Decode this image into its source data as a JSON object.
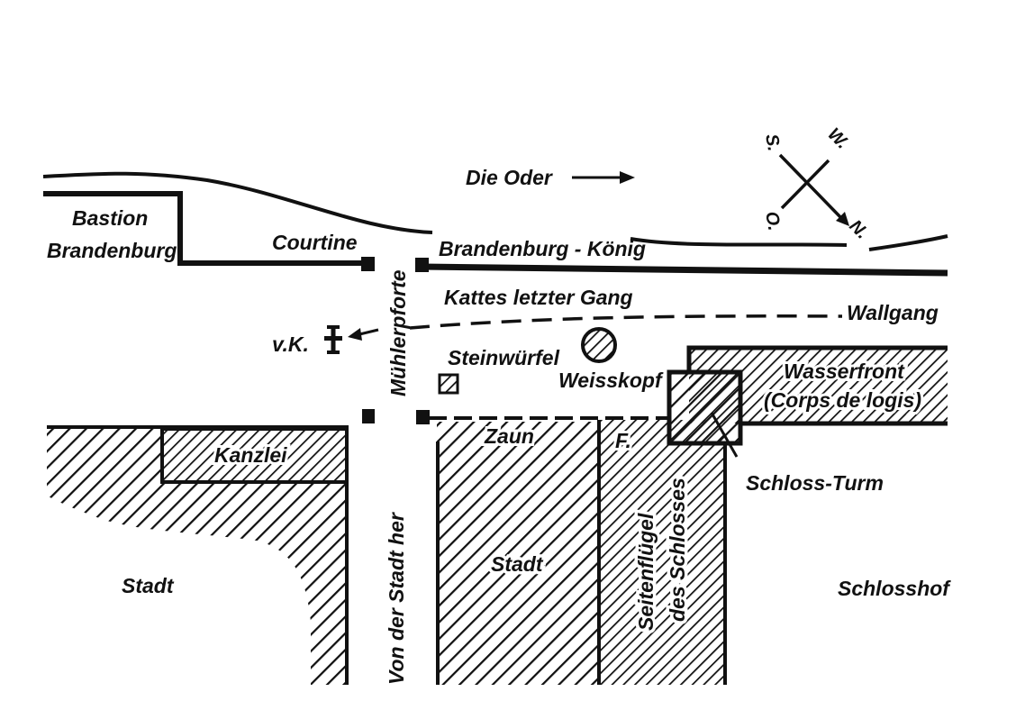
{
  "colors": {
    "ink": "#111111",
    "paper": "#ffffff"
  },
  "river": {
    "name": "Die Oder",
    "flow_arrow_icon": "arrow-right-icon"
  },
  "compass": {
    "south": "S.",
    "west": "W.",
    "east": "O.",
    "north": "N."
  },
  "labels": {
    "bastion_line1": "Bastion",
    "bastion_line2": "Brandenburg",
    "courtine": "Courtine",
    "brandenburg_koenig": "Brandenburg - König",
    "kattes_letzter_gang": "Kattes letzter Gang",
    "wallgang": "Wallgang",
    "muehlerpforte": "Mühlerpforte",
    "vk": "v.K.",
    "steinwuerfel": "Steinwürfel",
    "weisskopf": "Weisskopf",
    "wasserfront_line1": "Wasserfront",
    "wasserfront_line2": "(Corps de logis)",
    "zaun": "Zaun",
    "f": "F.",
    "schloss_turm": "Schloss-Turm",
    "kanzlei": "Kanzlei",
    "stadt_left": "Stadt",
    "stadt_center": "Stadt",
    "schlosshof": "Schlosshof",
    "von_der_stadt_her": "Von der Stadt her",
    "seitenfluegel_line1": "Seitenflügel",
    "seitenfluegel_line2": "des Schlosses"
  }
}
